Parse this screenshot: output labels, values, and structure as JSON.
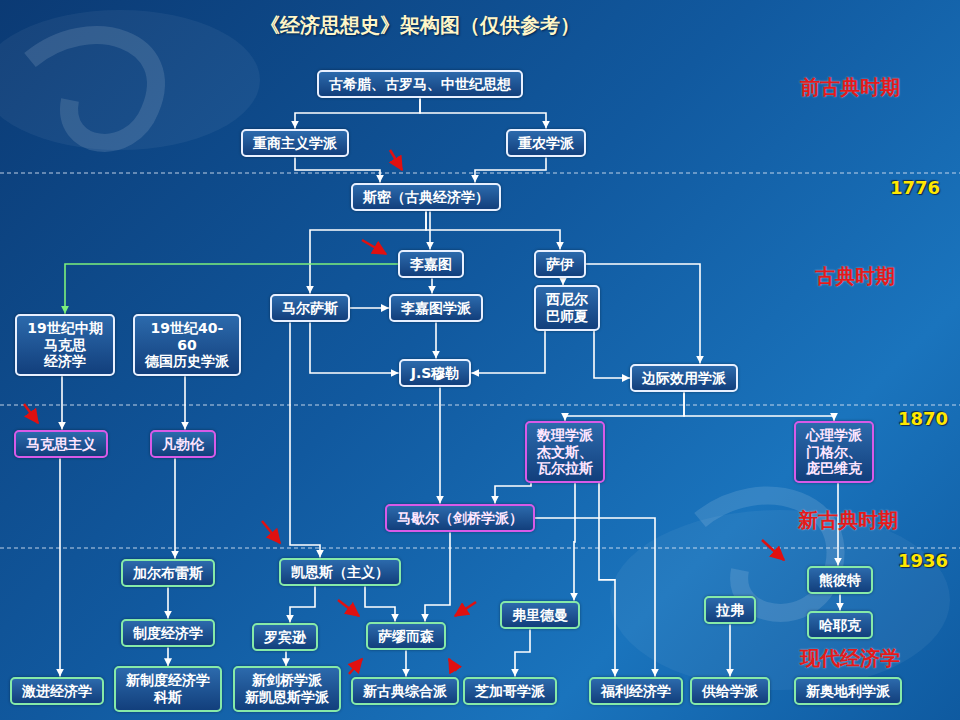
{
  "diagram": {
    "title": "《经济思想史》架构图（仅供参考）",
    "nodes": [
      {
        "text": [
          "古希腊、古罗马、中世纪思想"
        ]
      },
      {
        "text": [
          "重商主义学派"
        ]
      },
      {
        "text": [
          "重农学派"
        ]
      },
      {
        "text": [
          "斯密（古典经济学）"
        ]
      },
      {
        "text": [
          "李嘉图"
        ]
      },
      {
        "text": [
          "萨伊"
        ]
      },
      {
        "text": [
          "马尔萨斯"
        ]
      },
      {
        "text": [
          "李嘉图学派"
        ]
      },
      {
        "text": [
          "西尼尔 巴师夏"
        ]
      },
      {
        "text": [
          "19世纪中期 马克思 经济学"
        ]
      },
      {
        "text": [
          "19世纪40-60 德国历史学派"
        ]
      },
      {
        "text": [
          "J.S穆勒"
        ]
      },
      {
        "text": [
          "边际效用学派"
        ]
      },
      {
        "text": [
          "马克思主义"
        ]
      },
      {
        "text": [
          "凡勃伦"
        ]
      },
      {
        "text": [
          "数理学派 杰文斯、瓦尔拉斯"
        ]
      },
      {
        "text": [
          "心理学派 门格尔、庞巴维克"
        ]
      },
      {
        "text": [
          "马歇尔（剑桥学派）"
        ]
      },
      {
        "text": [
          "加尔布雷斯"
        ]
      },
      {
        "text": [
          "凯恩斯（主义）"
        ]
      },
      {
        "text": [
          "熊彼特"
        ]
      },
      {
        "text": [
          "制度经济学"
        ]
      },
      {
        "text": [
          "罗宾逊"
        ]
      },
      {
        "text": [
          "萨缪而森"
        ]
      },
      {
        "text": [
          "弗里德曼"
        ]
      },
      {
        "text": [
          "拉弗"
        ]
      },
      {
        "text": [
          "哈耶克"
        ]
      },
      {
        "text": [
          "激进经济学"
        ]
      },
      {
        "text": [
          "新制度经济学 科斯"
        ]
      },
      {
        "text": [
          "新剑桥学派 新凯恩斯学派"
        ]
      },
      {
        "text": [
          "新古典综合派"
        ]
      },
      {
        "text": [
          "芝加哥学派"
        ]
      },
      {
        "text": [
          "福利经济学"
        ]
      },
      {
        "text": [
          "供给学派"
        ]
      },
      {
        "text": [
          "新奥地利学派"
        ]
      }
    ],
    "edges": [
      {
        "from": 0,
        "to": 1,
        "arrow": "to"
      },
      {
        "from": 0,
        "to": 2,
        "arrow": "to"
      },
      {
        "from": 1,
        "to": 3,
        "arrow": "to"
      },
      {
        "from": 2,
        "to": 3,
        "arrow": "to"
      },
      {
        "from": 3,
        "to": 4,
        "arrow": "to"
      },
      {
        "from": 3,
        "to": 5,
        "arrow": "to"
      },
      {
        "from": 3,
        "to": 6,
        "arrow": "to"
      },
      {
        "from": 4,
        "to": 7,
        "arrow": "to"
      },
      {
        "from": 6,
        "to": 7,
        "arrow": "to"
      },
      {
        "from": 4,
        "to": 9,
        "arrow": "to"
      },
      {
        "from": 5,
        "to": 8,
        "arrow": "to"
      },
      {
        "from": 5,
        "to": 12,
        "arrow": "to"
      },
      {
        "from": 8,
        "to": 11,
        "arrow": "to"
      },
      {
        "from": 8,
        "to": 12,
        "arrow": "to"
      },
      {
        "from": 6,
        "to": 11,
        "arrow": "to"
      },
      {
        "from": 7,
        "to": 11,
        "arrow": "to"
      },
      {
        "from": 9,
        "to": 13,
        "arrow": "to"
      },
      {
        "from": 10,
        "to": 14,
        "arrow": "to"
      },
      {
        "from": 13,
        "to": 27,
        "arrow": "to"
      },
      {
        "from": 11,
        "to": 17,
        "arrow": "to"
      },
      {
        "from": 12,
        "to": 15,
        "arrow": "to"
      },
      {
        "from": 12,
        "to": 16,
        "arrow": "to"
      },
      {
        "from": 15,
        "to": 17,
        "arrow": "to"
      },
      {
        "from": 15,
        "to": 24,
        "arrow": "to"
      },
      {
        "from": 15,
        "to": 32,
        "arrow": "to"
      },
      {
        "from": 17,
        "to": 32,
        "arrow": "to"
      },
      {
        "from": 16,
        "to": 20,
        "arrow": "to"
      },
      {
        "from": 20,
        "to": 26,
        "arrow": "to"
      },
      {
        "from": 14,
        "to": 18,
        "arrow": "to"
      },
      {
        "from": 18,
        "to": 21,
        "arrow": "to"
      },
      {
        "from": 21,
        "to": 28,
        "arrow": "to"
      },
      {
        "from": 6,
        "to": 19,
        "arrow": "to"
      },
      {
        "from": 17,
        "to": 23,
        "arrow": "to"
      },
      {
        "from": 19,
        "to": 22,
        "arrow": "to"
      },
      {
        "from": 19,
        "to": 23,
        "arrow": "to"
      },
      {
        "from": 22,
        "to": 29,
        "arrow": "to"
      },
      {
        "from": 23,
        "to": 30,
        "arrow": "to"
      },
      {
        "from": 24,
        "to": 31,
        "arrow": "to"
      },
      {
        "from": 25,
        "to": 33,
        "arrow": "to"
      }
    ],
    "labels": [
      "前古典时期",
      "1776",
      "古典时期",
      "1870",
      "新古典时期",
      "1936",
      "现代经济学"
    ]
  }
}
